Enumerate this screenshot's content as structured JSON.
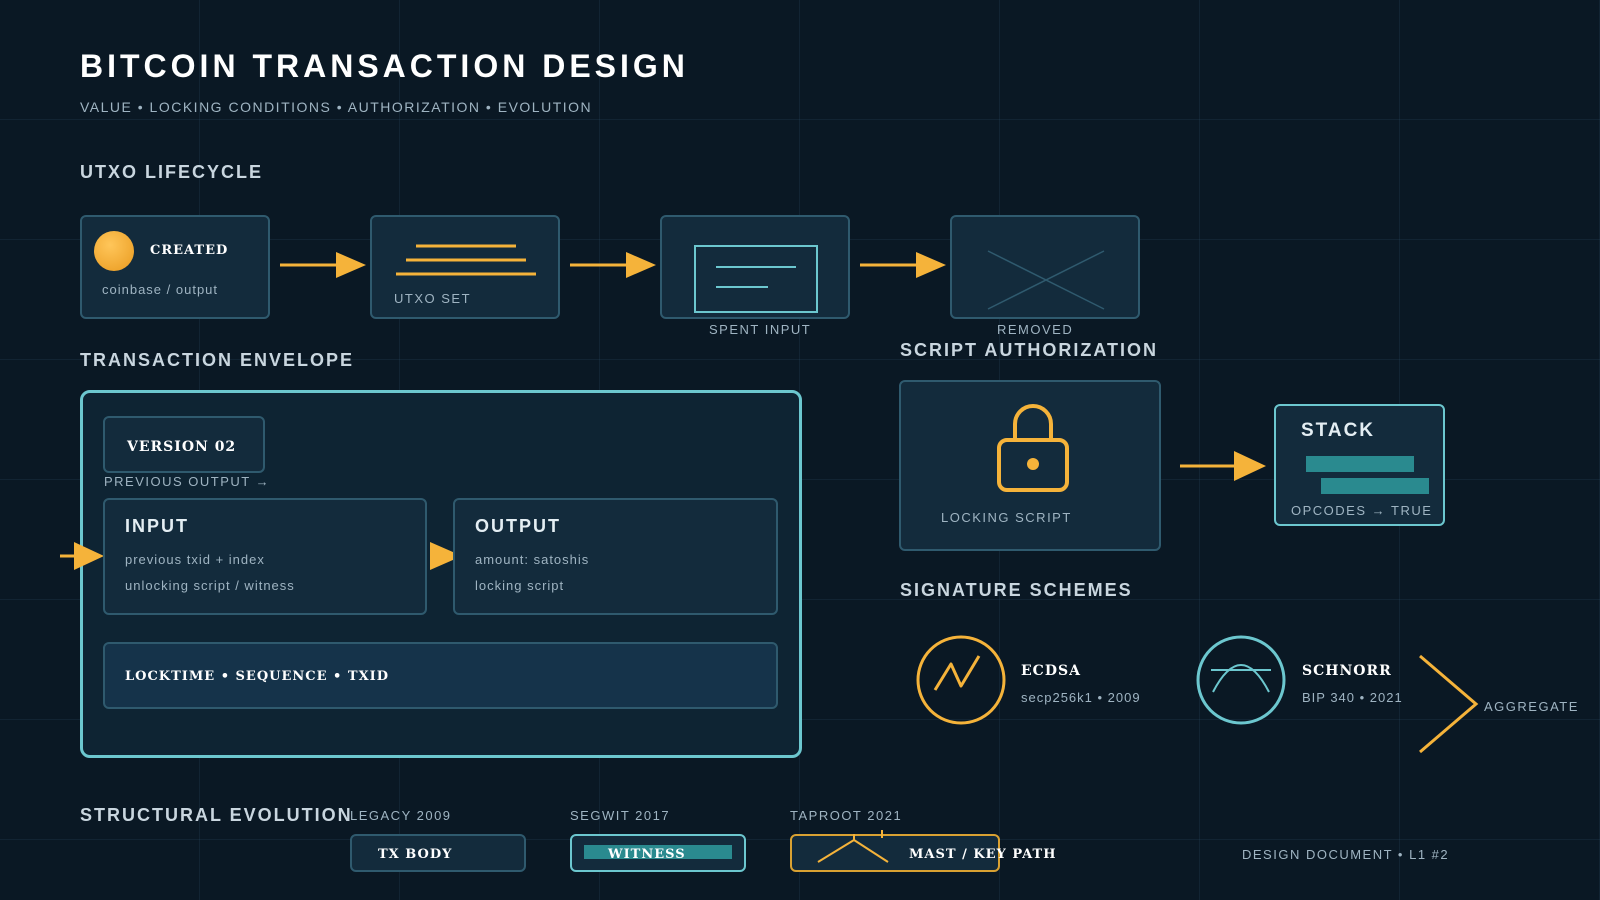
{
  "header": {
    "title": "BITCOIN TRANSACTION DESIGN",
    "subtitle": "VALUE • LOCKING CONDITIONS • AUTHORIZATION • EVOLUTION"
  },
  "utxo_lifecycle": {
    "section_title": "UTXO LIFECYCLE",
    "created": {
      "label": "CREATED",
      "caption": "coinbase / output"
    },
    "utxo_set": {
      "label": "UTXO SET"
    },
    "spent_input": {
      "label": "SPENT INPUT"
    },
    "removed": {
      "label": "REMOVED"
    }
  },
  "transaction_envelope": {
    "section_title": "TRANSACTION ENVELOPE",
    "version": "VERSION 02",
    "previous_output": "PREVIOUS OUTPUT →",
    "input": {
      "title": "INPUT",
      "line1": "previous txid + index",
      "line2": "unlocking script / witness"
    },
    "output": {
      "title": "OUTPUT",
      "line1": "amount: satoshis",
      "line2": "locking script"
    },
    "footer": "LOCKTIME • SEQUENCE • TXID"
  },
  "script_authorization": {
    "section_title": "SCRIPT AUTHORIZATION",
    "locking_script": "LOCKING SCRIPT",
    "stack_title": "STACK",
    "stack_caption": "OPCODES → TRUE"
  },
  "signature_schemes": {
    "section_title": "SIGNATURE SCHEMES",
    "ecdsa": {
      "name": "ECDSA",
      "detail": "secp256k1 • 2009"
    },
    "schnorr": {
      "name": "SCHNORR",
      "detail": "BIP 340 • 2021"
    },
    "aggregate": "AGGREGATE"
  },
  "structural_evolution": {
    "section_title": "STRUCTURAL EVOLUTION",
    "legacy": {
      "label": "LEGACY 2009",
      "box": "TX BODY"
    },
    "segwit": {
      "label": "SEGWIT 2017",
      "box": "WITNESS"
    },
    "taproot": {
      "label": "TAPROOT 2021",
      "box": "MAST / KEY PATH"
    }
  },
  "footer": {
    "doc_id": "DESIGN DOCUMENT • L1 #2"
  },
  "colors": {
    "background": "#0a1824",
    "accent_orange": "#f5b33a",
    "accent_teal": "#6cc7cf",
    "card": "#132b3c",
    "card_border": "#2f5a6e"
  }
}
